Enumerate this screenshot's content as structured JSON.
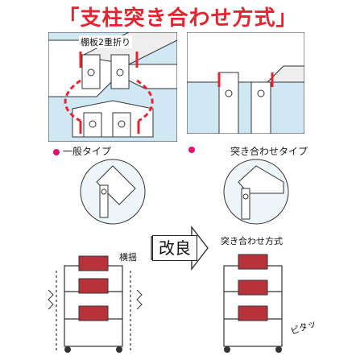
{
  "title": "「支柱突き合わせ方式」",
  "fold_label": "棚板2重折り",
  "left_caption": "一般タイプ",
  "right_caption": "突き合わせタイプ",
  "improve_label": "改良",
  "butt_method_label": "突き合わせ方式",
  "sway_label": "横揺",
  "stable_sound": "ピタッ",
  "colors": {
    "accent_red": "#e8232f",
    "panel_blue": "#cfe8f3",
    "bullet_pink": "#e0106e",
    "box_red": "#b8323a"
  }
}
